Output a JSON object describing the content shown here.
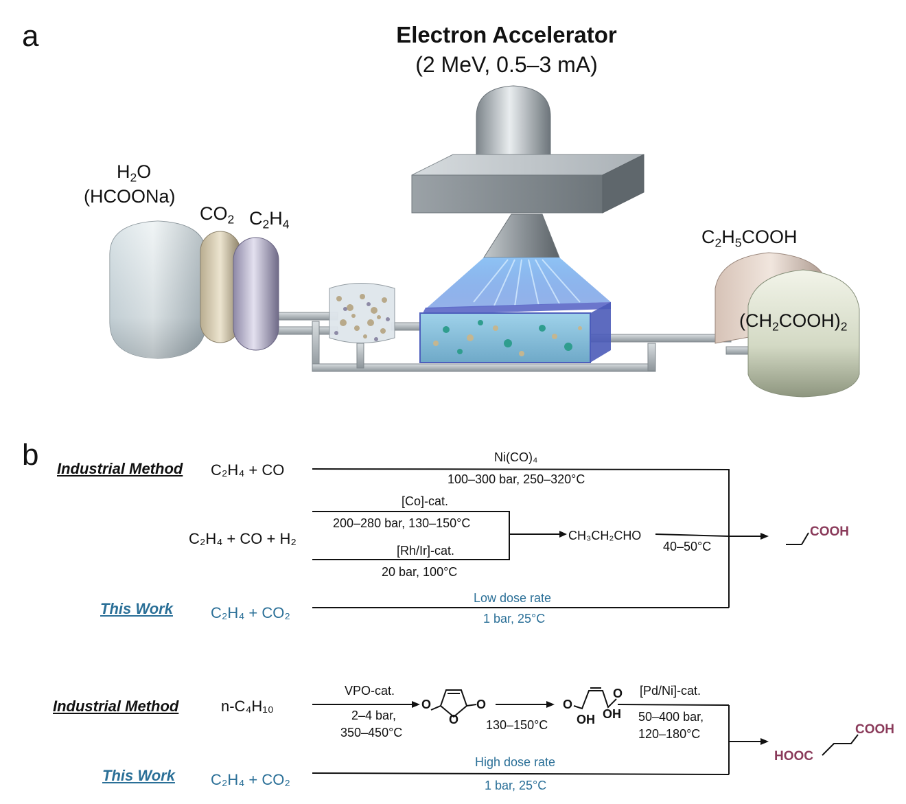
{
  "panel_a": {
    "letter": "a",
    "accelerator_title": "Electron Accelerator",
    "accelerator_spec": "(2 MeV, 0.5–3 mA)",
    "feed_water": "H",
    "feed_water_sub": "2",
    "feed_water_tail": "O",
    "feed_formate": "(HCOONa)",
    "feed_co2": "CO",
    "feed_co2_sub": "2",
    "feed_ethylene": "C",
    "feed_ethylene_sub1": "2",
    "feed_ethylene_mid": "H",
    "feed_ethylene_sub2": "4",
    "product_propionic_a": "C",
    "product_propionic_sub1": "2",
    "product_propionic_b": "H",
    "product_propionic_sub2": "5",
    "product_propionic_c": "COOH",
    "product_succinic_a": "(CH",
    "product_succinic_sub1": "2",
    "product_succinic_b": "COOH)",
    "product_succinic_sub2": "2"
  },
  "panel_b": {
    "letter": "b",
    "scheme1": {
      "industrial_label": "Industrial Method",
      "route1_reactants": "C₂H₄ + CO",
      "route1_catalyst": "Ni(CO)₄",
      "route1_conditions": "100–300 bar, 250–320°C",
      "route2_reactants": "C₂H₄ + CO + H₂",
      "route2a_catalyst": "[Co]-cat.",
      "route2a_conditions": "200–280 bar, 130–150°C",
      "route2b_catalyst": "[Rh/Ir]-cat.",
      "route2b_conditions": "20 bar, 100°C",
      "intermediate": "CH₃CH₂CHO",
      "intermediate_conditions": "40–50°C",
      "this_work_label": "This Work",
      "this_work_reactants": "C₂H₄ + CO₂",
      "this_work_dose": "Low dose rate",
      "this_work_conditions": "1 bar, 25°C",
      "product_label": "COOH"
    },
    "scheme2": {
      "industrial_label": "Industrial Method",
      "reactant": "n-C₄H₁₀",
      "step1_catalyst": "VPO-cat.",
      "step1_pressure": "2–4 bar,",
      "step1_temp": "350–450°C",
      "step2_temp": "130–150°C",
      "step3_catalyst": "[Pd/Ni]-cat.",
      "step3_pressure": "50–400 bar,",
      "step3_temp": "120–180°C",
      "oh_label": "OH",
      "o_label": "O",
      "this_work_label": "This Work",
      "this_work_reactants": "C₂H₄ + CO₂",
      "this_work_dose": "High dose rate",
      "this_work_conditions": "1 bar, 25°C",
      "product_left": "HOOC",
      "product_right": "COOH"
    }
  },
  "colors": {
    "blue_text": "#2a6f97",
    "product": "#8a3a5a",
    "pipe": "#a9b0b6",
    "beam": "#3d8de0"
  }
}
